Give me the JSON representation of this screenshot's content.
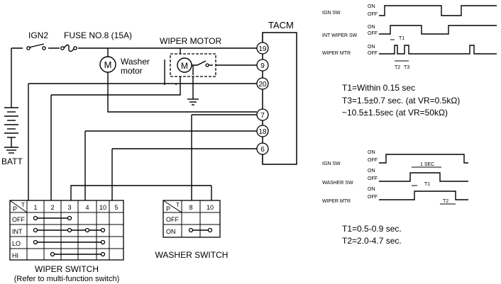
{
  "labels": {
    "ign2": "IGN2",
    "fuse": "FUSE NO.8 (15A)",
    "wiper_motor": "WIPER MOTOR",
    "washer_motor_1": "Washer",
    "washer_motor_2": "motor",
    "motor_symbol": "M",
    "tacm": "TACM",
    "batt": "BATT",
    "wiper_switch": "WIPER SWITCH",
    "wiper_switch_note": "(Refer to multi-function switch)",
    "washer_switch": "WASHER SWITCH"
  },
  "tacm_terminals": [
    "19",
    "9",
    "20",
    "7",
    "18",
    "6"
  ],
  "wiper_switch_table": {
    "corner_p": "P",
    "corner_t": "T",
    "columns": [
      "1",
      "2",
      "3",
      "4",
      "10",
      "5"
    ],
    "rows": [
      "OFF",
      "INT",
      "LO",
      "HI"
    ]
  },
  "washer_switch_table": {
    "corner_p": "P",
    "corner_t": "T",
    "columns": [
      "8",
      "10"
    ],
    "rows": [
      "OFF",
      "ON"
    ]
  },
  "timing_top": {
    "signals": [
      "IGN SW",
      "INT WIPER SW",
      "WIPER MTR"
    ],
    "on": "ON",
    "off": "OFF",
    "t1": "T1",
    "t2": "T2",
    "t3": "T3"
  },
  "notes_top": [
    "T1=Within 0.15 sec",
    "T3=1.5±0.7 sec. (at VR=0.5kΩ)",
    "~10.5±1.5sec (at VR=50kΩ)"
  ],
  "timing_bottom": {
    "signals": [
      "IGN SW",
      "WASHER SW",
      "WIPER MTR"
    ],
    "on": "ON",
    "off": "OFF",
    "sec": "1 SEC",
    "t1": "T1",
    "t2": "T2"
  },
  "notes_bottom": [
    "T1=0.5-0.9 sec.",
    "T2=2.0-4.7 sec."
  ]
}
